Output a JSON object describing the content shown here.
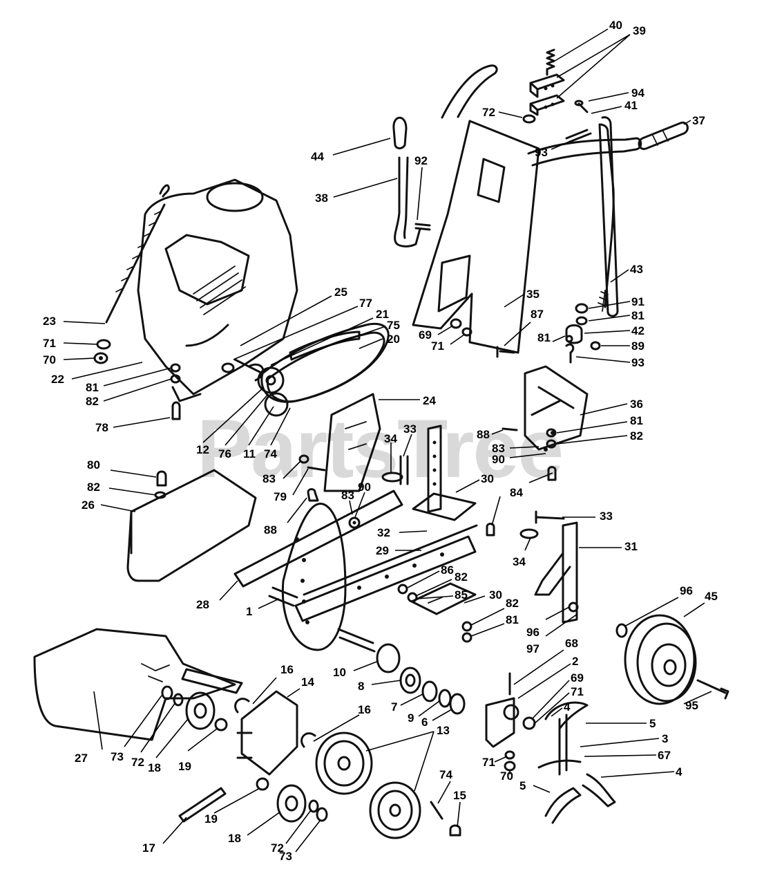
{
  "watermark": {
    "text": "PartsTree"
  },
  "callouts": [
    {
      "id": "c40",
      "text": "40"
    },
    {
      "id": "c39",
      "text": "39"
    },
    {
      "id": "c94",
      "text": "94"
    },
    {
      "id": "c41",
      "text": "41"
    },
    {
      "id": "c72a",
      "text": "72"
    },
    {
      "id": "c37",
      "text": "37"
    },
    {
      "id": "c44",
      "text": "44"
    },
    {
      "id": "c92",
      "text": "92"
    },
    {
      "id": "c93a",
      "text": "93"
    },
    {
      "id": "c38",
      "text": "38"
    },
    {
      "id": "c43",
      "text": "43"
    },
    {
      "id": "c25",
      "text": "25"
    },
    {
      "id": "c77",
      "text": "77"
    },
    {
      "id": "c21",
      "text": "21"
    },
    {
      "id": "c75",
      "text": "75"
    },
    {
      "id": "c20",
      "text": "20"
    },
    {
      "id": "c35",
      "text": "35"
    },
    {
      "id": "c91",
      "text": "91"
    },
    {
      "id": "c81a",
      "text": "81"
    },
    {
      "id": "c42",
      "text": "42"
    },
    {
      "id": "c89",
      "text": "89"
    },
    {
      "id": "c93b",
      "text": "93"
    },
    {
      "id": "c87",
      "text": "87"
    },
    {
      "id": "c81b",
      "text": "81"
    },
    {
      "id": "c69a",
      "text": "69"
    },
    {
      "id": "c71a",
      "text": "71"
    },
    {
      "id": "c23",
      "text": "23"
    },
    {
      "id": "c71b",
      "text": "71"
    },
    {
      "id": "c70a",
      "text": "70"
    },
    {
      "id": "c22",
      "text": "22"
    },
    {
      "id": "c81c",
      "text": "81"
    },
    {
      "id": "c82a",
      "text": "82"
    },
    {
      "id": "c78",
      "text": "78"
    },
    {
      "id": "c24",
      "text": "24"
    },
    {
      "id": "c36",
      "text": "36"
    },
    {
      "id": "c81d",
      "text": "81"
    },
    {
      "id": "c82b",
      "text": "82"
    },
    {
      "id": "c88a",
      "text": "88"
    },
    {
      "id": "c83a",
      "text": "83"
    },
    {
      "id": "c90a",
      "text": "90"
    },
    {
      "id": "c12",
      "text": "12"
    },
    {
      "id": "c76",
      "text": "76"
    },
    {
      "id": "c11",
      "text": "11"
    },
    {
      "id": "c74a",
      "text": "74"
    },
    {
      "id": "c34a",
      "text": "34"
    },
    {
      "id": "c33a",
      "text": "33"
    },
    {
      "id": "c80",
      "text": "80"
    },
    {
      "id": "c83b",
      "text": "83"
    },
    {
      "id": "c79",
      "text": "79"
    },
    {
      "id": "c82c",
      "text": "82"
    },
    {
      "id": "c26",
      "text": "26"
    },
    {
      "id": "c90b",
      "text": "90"
    },
    {
      "id": "c83c",
      "text": "83"
    },
    {
      "id": "c30a",
      "text": "30"
    },
    {
      "id": "c84",
      "text": "84"
    },
    {
      "id": "c88b",
      "text": "88"
    },
    {
      "id": "c32",
      "text": "32"
    },
    {
      "id": "c33b",
      "text": "33"
    },
    {
      "id": "c29",
      "text": "29"
    },
    {
      "id": "c34b",
      "text": "34"
    },
    {
      "id": "c31",
      "text": "31"
    },
    {
      "id": "c86",
      "text": "86"
    },
    {
      "id": "c82d",
      "text": "82"
    },
    {
      "id": "c85",
      "text": "85"
    },
    {
      "id": "c30b",
      "text": "30"
    },
    {
      "id": "c28",
      "text": "28"
    },
    {
      "id": "c1",
      "text": "1"
    },
    {
      "id": "c82e",
      "text": "82"
    },
    {
      "id": "c81e",
      "text": "81"
    },
    {
      "id": "c96a",
      "text": "96"
    },
    {
      "id": "c45",
      "text": "45"
    },
    {
      "id": "c96b",
      "text": "96"
    },
    {
      "id": "c97",
      "text": "97"
    },
    {
      "id": "c68",
      "text": "68"
    },
    {
      "id": "c10",
      "text": "10"
    },
    {
      "id": "c2",
      "text": "2"
    },
    {
      "id": "c16a",
      "text": "16"
    },
    {
      "id": "c14",
      "text": "14"
    },
    {
      "id": "c8",
      "text": "8"
    },
    {
      "id": "c69b",
      "text": "69"
    },
    {
      "id": "c95",
      "text": "95"
    },
    {
      "id": "c71c",
      "text": "71"
    },
    {
      "id": "c7",
      "text": "7"
    },
    {
      "id": "c4a",
      "text": "4"
    },
    {
      "id": "c9",
      "text": "9"
    },
    {
      "id": "c6",
      "text": "6"
    },
    {
      "id": "c5a",
      "text": "5"
    },
    {
      "id": "c3",
      "text": "3"
    },
    {
      "id": "c27",
      "text": "27"
    },
    {
      "id": "c73a",
      "text": "73"
    },
    {
      "id": "c72b",
      "text": "72"
    },
    {
      "id": "c18a",
      "text": "18"
    },
    {
      "id": "c19a",
      "text": "19"
    },
    {
      "id": "c16b",
      "text": "16"
    },
    {
      "id": "c13",
      "text": "13"
    },
    {
      "id": "c67",
      "text": "67"
    },
    {
      "id": "c4b",
      "text": "4"
    },
    {
      "id": "c71d",
      "text": "71"
    },
    {
      "id": "c70b",
      "text": "70"
    },
    {
      "id": "c5b",
      "text": "5"
    },
    {
      "id": "c74b",
      "text": "74"
    },
    {
      "id": "c15",
      "text": "15"
    },
    {
      "id": "c17",
      "text": "17"
    },
    {
      "id": "c19b",
      "text": "19"
    },
    {
      "id": "c18b",
      "text": "18"
    },
    {
      "id": "c72c",
      "text": "72"
    },
    {
      "id": "c73b",
      "text": "73"
    }
  ]
}
